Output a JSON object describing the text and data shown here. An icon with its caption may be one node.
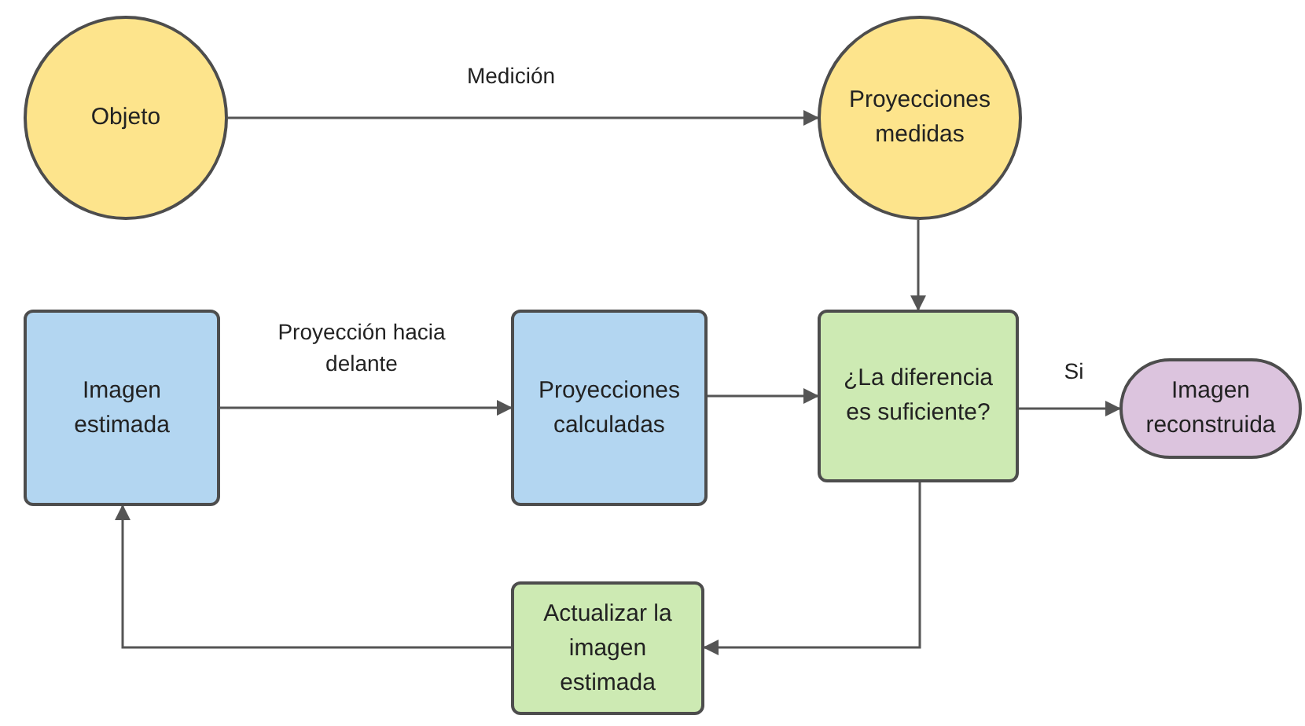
{
  "diagram": {
    "nodes": [
      {
        "text": [
          "Objeto"
        ]
      },
      {
        "text": [
          "Proyecciones medidas"
        ]
      },
      {
        "text": [
          "Imagen estimada"
        ]
      },
      {
        "text": [
          "Proyecciones calculadas"
        ]
      },
      {
        "text": [
          "¿La diferencia es suficiente?"
        ]
      },
      {
        "text": [
          "Imagen reconstruida"
        ]
      },
      {
        "text": [
          "Actualizar la imagen estimada"
        ]
      }
    ],
    "edges": [
      {
        "from": 0,
        "to": 1,
        "arrow": "to",
        "label": "Medición"
      },
      {
        "from": 1,
        "to": 4,
        "arrow": "to"
      },
      {
        "from": 2,
        "to": 3,
        "arrow": "to",
        "label": "Proyección hacia delante"
      },
      {
        "from": 3,
        "to": 4,
        "arrow": "to"
      },
      {
        "from": 4,
        "to": 5,
        "arrow": "to",
        "label": "Si"
      },
      {
        "from": 4,
        "to": 6,
        "arrow": "to"
      },
      {
        "from": 6,
        "to": 2,
        "arrow": "to"
      }
    ]
  }
}
